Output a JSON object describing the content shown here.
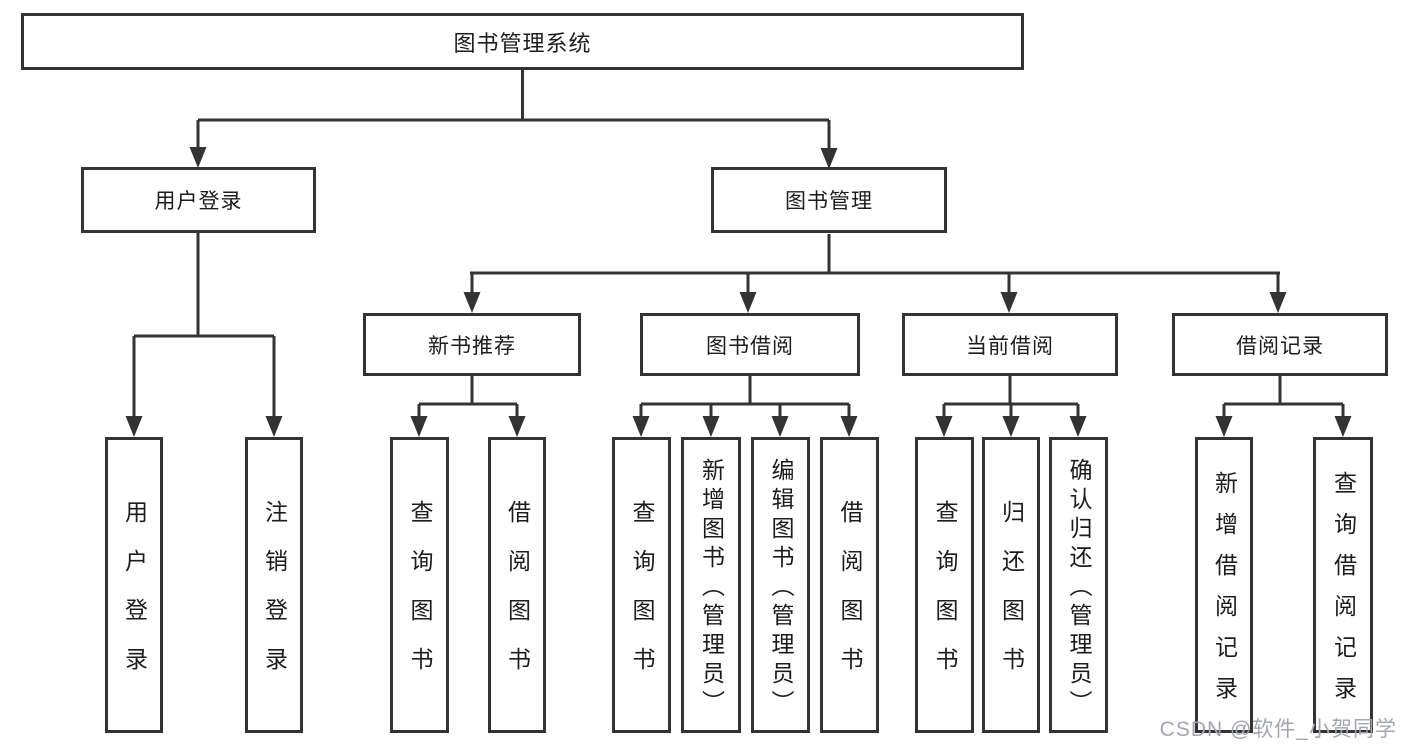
{
  "diagram_title": "图书管理系统",
  "colors": {
    "line": "#333333",
    "text": "#1c1c1c",
    "bg": "#ffffff",
    "watermark": "#a3a7ad"
  },
  "watermark": {
    "text": "CSDN @软件_小贺同学"
  },
  "tree": {
    "root": {
      "label": "图书管理系统",
      "children": [
        {
          "label": "用户登录",
          "children": [
            {
              "label": "用户登录"
            },
            {
              "label": "注销登录"
            }
          ]
        },
        {
          "label": "图书管理",
          "children": [
            {
              "label": "新书推荐",
              "children": [
                {
                  "label": "查询图书"
                },
                {
                  "label": "借阅图书"
                }
              ]
            },
            {
              "label": "图书借阅",
              "children": [
                {
                  "label": "查询图书"
                },
                {
                  "label": "新增图书（管理员）"
                },
                {
                  "label": "编辑图书（管理员）"
                },
                {
                  "label": "借阅图书"
                }
              ]
            },
            {
              "label": "当前借阅",
              "children": [
                {
                  "label": "查询图书"
                },
                {
                  "label": "归还图书"
                },
                {
                  "label": "确认归还（管理员）"
                }
              ]
            },
            {
              "label": "借阅记录",
              "children": [
                {
                  "label": "新增借阅记录"
                },
                {
                  "label": "查询借阅记录"
                }
              ]
            }
          ]
        }
      ]
    }
  }
}
